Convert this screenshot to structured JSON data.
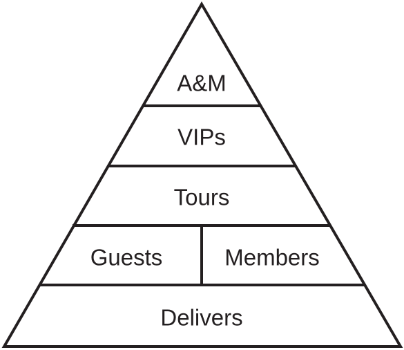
{
  "diagram": {
    "tiers": {
      "top": "A&M",
      "second": "VIPs",
      "third": "Tours",
      "fourth_left": "Guests",
      "fourth_right": "Members",
      "base": "Delivers"
    }
  }
}
